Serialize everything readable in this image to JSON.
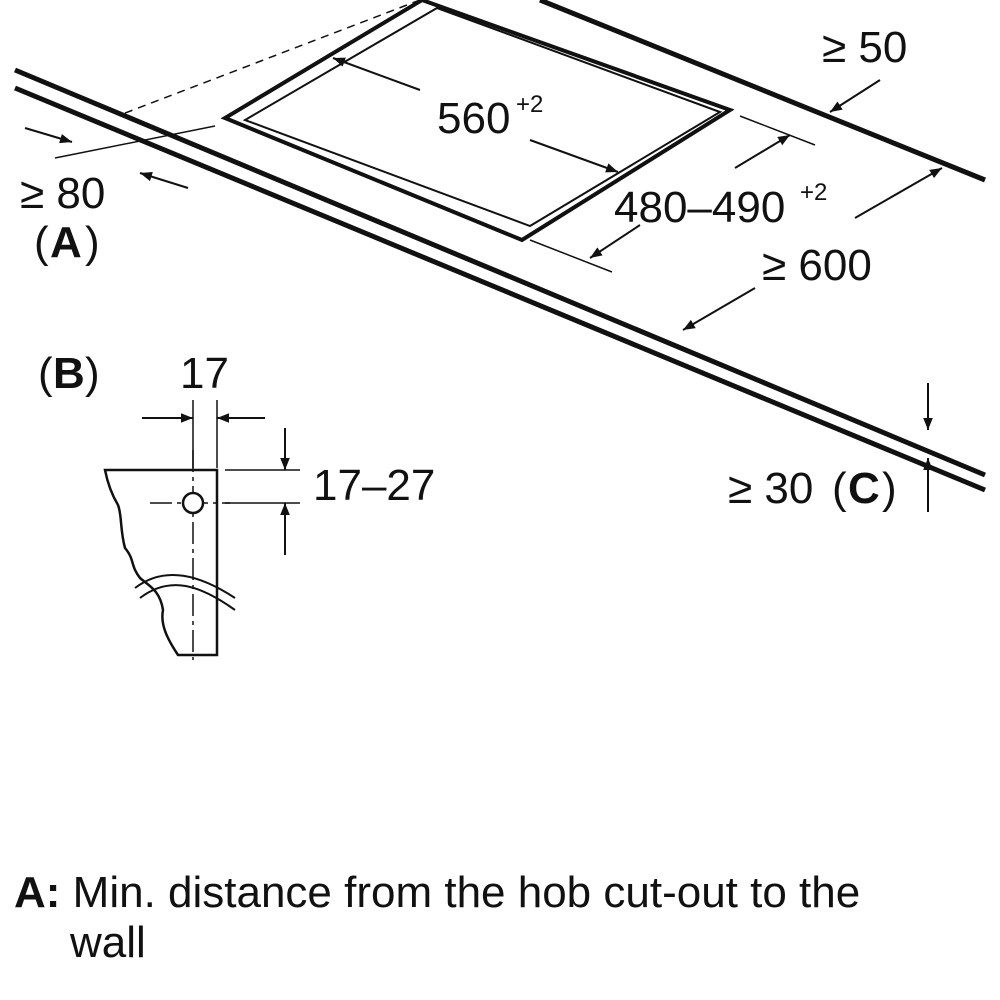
{
  "labels": {
    "min_wall_gap_back": "≥ 50",
    "cutout_width": "560",
    "cutout_width_tol": "+2",
    "cutout_depth": "480–490",
    "cutout_depth_tol": "+2",
    "min_counter_depth": "≥ 600",
    "min_wall_gap_side": "≥ 80",
    "callout_a": "A",
    "callout_b": "B",
    "worktop_edge_width": "17",
    "worktop_edge_height": "17–27",
    "min_thickness": "≥ 30",
    "callout_c": "C"
  },
  "caption": {
    "key": "A:",
    "text_line1": "Min. distance from the hob cut-out to the",
    "text_line2": "wall"
  },
  "colors": {
    "ink": "#111111",
    "background": "#ffffff"
  }
}
